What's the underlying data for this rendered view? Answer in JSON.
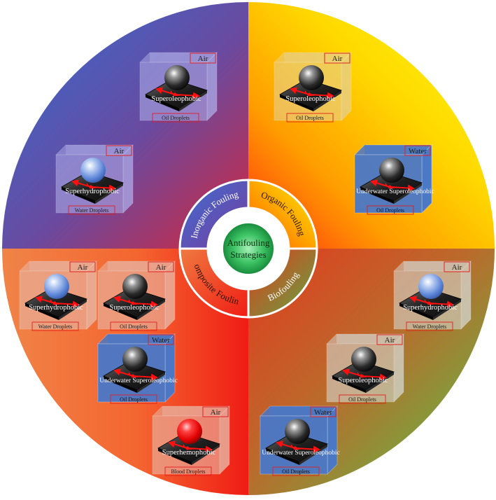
{
  "center": {
    "line1": "Antifouling",
    "line2": "Strategies"
  },
  "ring_labels": {
    "inorganic": "Inorganic Fouling",
    "organic": "Organic Fouling",
    "composite": "Composite Fouling",
    "bio": "Biofouling"
  },
  "cards": [
    {
      "quadrant": "inorganic",
      "env": "Air",
      "surface": "Superoleophobic",
      "droplet": "Oil Droplets",
      "ball": "dark",
      "glass": "#a9a6e4"
    },
    {
      "quadrant": "inorganic",
      "env": "Air",
      "surface": "Superhydrophobic",
      "droplet": "Water Droplets",
      "ball": "blue",
      "glass": "#a9a6e4"
    },
    {
      "quadrant": "organic",
      "env": "Air",
      "surface": "Superoleophobic",
      "droplet": "Oil Droplets",
      "ball": "dark",
      "glass": "#e8cf8a"
    },
    {
      "quadrant": "organic",
      "env": "Water",
      "surface": "Underwater Superoleophobic",
      "droplet": "Oil Droplets",
      "ball": "dark",
      "glass": "#4a78c8"
    },
    {
      "quadrant": "composite",
      "env": "Air",
      "surface": "Superhydrophobic",
      "droplet": "Water Droplets",
      "ball": "blue",
      "glass": "#e8b7a6"
    },
    {
      "quadrant": "composite",
      "env": "Air",
      "surface": "Superoleophobic",
      "droplet": "Oil Droplets",
      "ball": "dark",
      "glass": "#e8b7a6"
    },
    {
      "quadrant": "composite",
      "env": "Water",
      "surface": "Underwater Superoleophobic",
      "droplet": "Oil Droplets",
      "ball": "dark",
      "glass": "#4a78c8"
    },
    {
      "quadrant": "composite",
      "env": "Air",
      "surface": "Superhemophobic",
      "droplet": "Blood Droplets",
      "ball": "red",
      "glass": "#e8b7a6"
    },
    {
      "quadrant": "bio",
      "env": "Air",
      "surface": "Superhydrophobic",
      "droplet": "Water Droplets",
      "ball": "blue",
      "glass": "#d3d3c9"
    },
    {
      "quadrant": "bio",
      "env": "Air",
      "surface": "Superoleophobic",
      "droplet": "Oil Droplets",
      "ball": "dark",
      "glass": "#d3d3c9"
    },
    {
      "quadrant": "bio",
      "env": "Water",
      "surface": "Underwater Superoleophobic",
      "droplet": "Oil Droplets",
      "ball": "dark",
      "glass": "#4a78c8"
    }
  ]
}
